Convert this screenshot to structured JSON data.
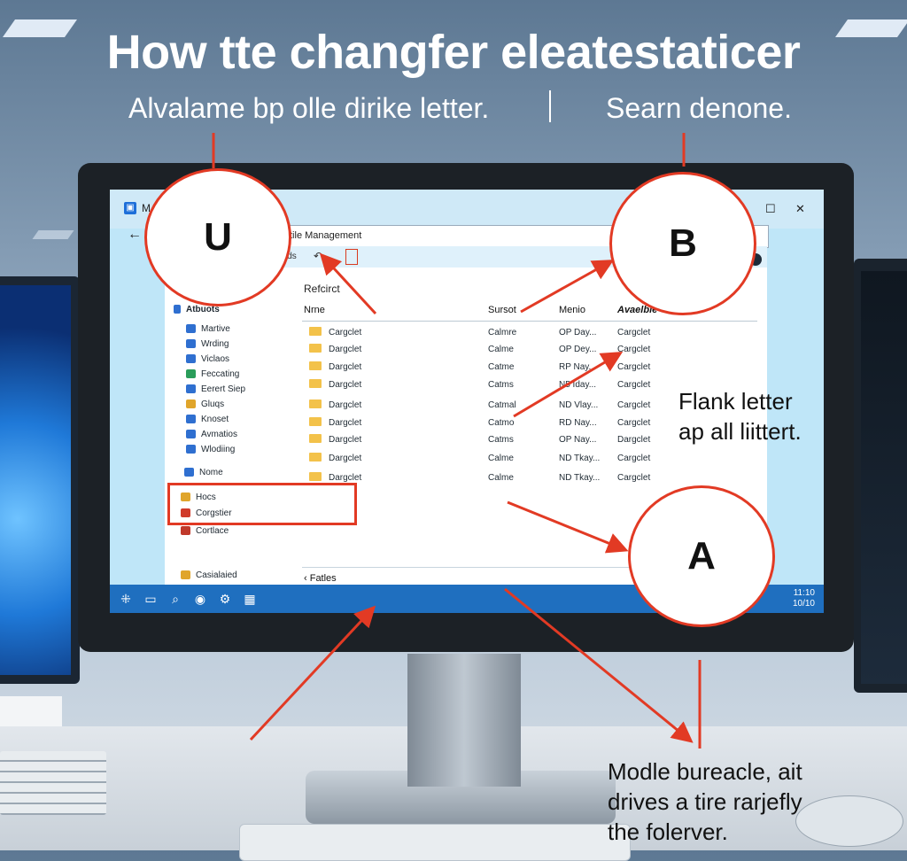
{
  "headline": "How tte changfer eleatestaticer",
  "subcaptions": {
    "left": "Alvalame bp olle dirike letter.",
    "divider": "|",
    "right": "Searn denone."
  },
  "callouts": {
    "u": "U",
    "b": "B",
    "a": "A"
  },
  "annotations": {
    "right_line1": "Flank letter",
    "right_line2": "ap all liittert.",
    "bottom_line1": "Modle bureacle, ait",
    "bottom_line2": "drives a tire rarjefly",
    "bottom_line3": "the folerver."
  },
  "window": {
    "app_letter": "M",
    "buttons": {
      "minimize": "–",
      "maximize": "☐",
      "close": "✕"
    },
    "address_text": "tile Management",
    "toolbar_label": "ids",
    "toolbar_undo": "↶"
  },
  "sidebar": {
    "header": "Atbuots",
    "items": [
      {
        "label": "Martive",
        "color": "#2f6fd0"
      },
      {
        "label": "Wrding",
        "color": "#2f6fd0"
      },
      {
        "label": "Viclaos",
        "color": "#2f6fd0"
      },
      {
        "label": "Feccating",
        "color": "#2a9d5a"
      },
      {
        "label": "Eerert Siep",
        "color": "#2f6fd0"
      },
      {
        "label": "Gluqs",
        "color": "#e0a52b"
      },
      {
        "label": "Knoset",
        "color": "#2f6fd0"
      },
      {
        "label": "Avmatios",
        "color": "#2f6fd0"
      },
      {
        "label": "Wlodiing",
        "color": "#2f6fd0"
      }
    ],
    "name_item": "Nome",
    "highlighted": [
      {
        "label": "Hocs",
        "color": "#e0a52b"
      },
      {
        "label": "Corgstier",
        "color": "#d03b2a"
      }
    ],
    "after": "Cortlace",
    "bottom": "Casialaied"
  },
  "content": {
    "breadcrumb": "Refcirct",
    "columns": [
      "Nrne",
      "Sursot",
      "Menio",
      "Avaelble"
    ],
    "rows": [
      [
        "Cargclet",
        "Calmre",
        "OP Day...",
        "Cargclet"
      ],
      [
        "Dargclet",
        "Calme",
        "OP Dey...",
        "Cargclet"
      ],
      [
        "Dargclet",
        "Catme",
        "RP Nay...",
        "Cargclet"
      ],
      [
        "Dargclet",
        "Catms",
        "N5 Iday...",
        "Cargclet"
      ],
      [
        "Dargclet",
        "Catmal",
        "ND Vlay...",
        "Cargclet"
      ],
      [
        "Dargclet",
        "Catmo",
        "RD Nay...",
        "Cargclet"
      ],
      [
        "Dargclet",
        "Catms",
        "OP Nay...",
        "Dargclet"
      ],
      [
        "Dargclet",
        "Calme",
        "ND Tkay...",
        "Cargclet"
      ],
      [
        "Dargclet",
        "Calme",
        "ND Tkay...",
        "Cargclet"
      ]
    ],
    "panel_label": "‹ Fatles"
  },
  "taskbar": {
    "icons": [
      "⁜",
      "▭",
      "⌕",
      "◉",
      "⚙",
      "▦"
    ],
    "clock_time": "11:10",
    "clock_date": "10/10"
  }
}
